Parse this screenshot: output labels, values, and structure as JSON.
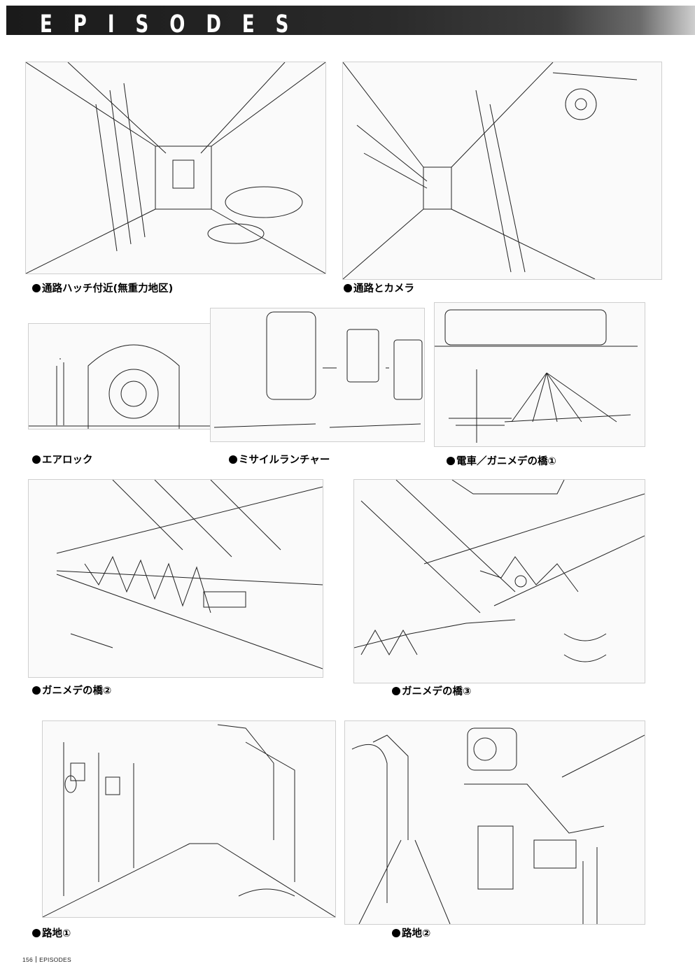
{
  "header": {
    "title": "EPISODES"
  },
  "captions": {
    "passage_hatch": "通路ハッチ付近(無重力地区)",
    "passage_camera": "通路とカメラ",
    "airlock": "エアロック",
    "missile_launcher": "ミサイルランチャー",
    "train_bridge": "電車／ガニメデの橋①",
    "ganymede_bridge_2": "ガニメデの橋②",
    "ganymede_bridge_3": "ガニメデの橋③",
    "alley_1": "路地①",
    "alley_2": "路地②"
  },
  "footer": {
    "page_number": "156",
    "section": "EPISODES"
  }
}
